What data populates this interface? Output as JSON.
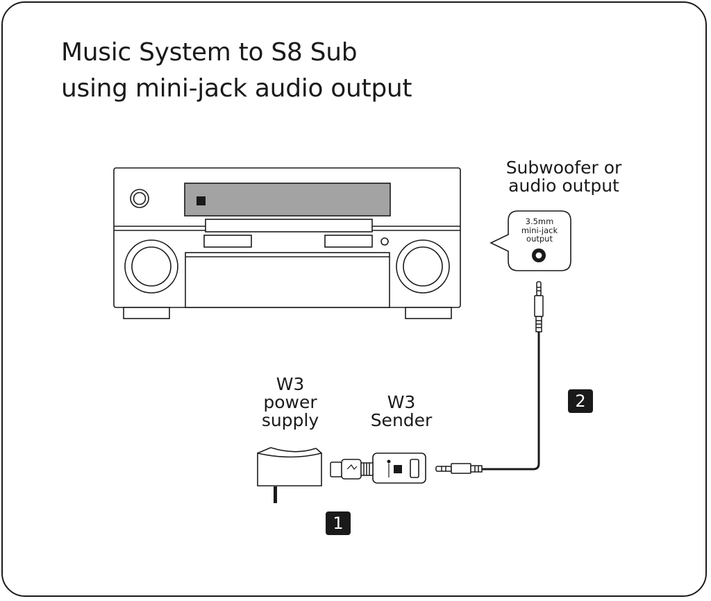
{
  "title": {
    "line1": "Music System to S8 Sub",
    "line2": "using mini-jack audio output"
  },
  "labels": {
    "output": [
      "Subwoofer or",
      "audio output"
    ],
    "callout": [
      "3.5mm",
      "mini-jack",
      "output"
    ],
    "power_supply": [
      "W3",
      "power",
      "supply"
    ],
    "sender": [
      "W3",
      "Sender"
    ]
  },
  "steps": {
    "step1": "1",
    "step2": "2"
  },
  "colors": {
    "ink": "#1a1a1a",
    "display": "#a3a3a3",
    "badge": "#1a1a1a"
  },
  "icons": [
    "av-receiver-icon",
    "mini-jack-plug-icon",
    "power-supply-icon",
    "usb-plug-icon",
    "w3-sender-icon"
  ]
}
